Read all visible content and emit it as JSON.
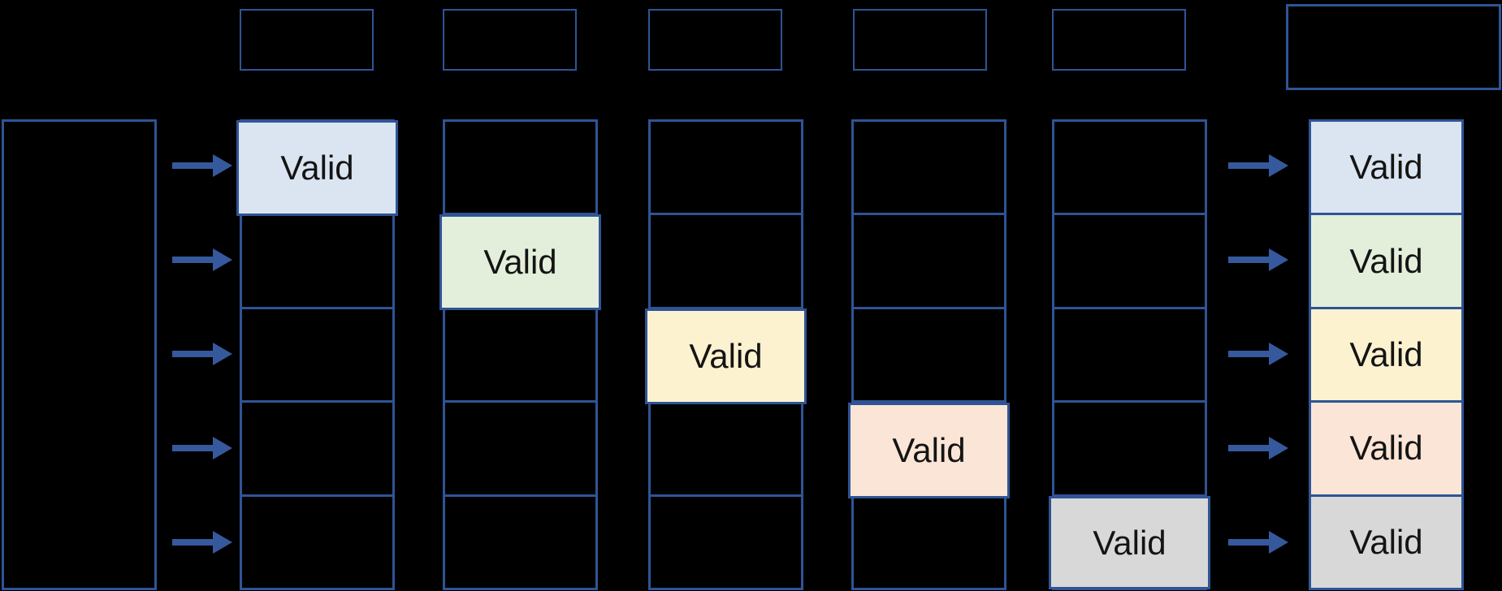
{
  "theme": {
    "canvas_bg": "#000000",
    "border_color": "#2f5496",
    "arrow_color": "#35599c",
    "text_color": "#141414"
  },
  "way_columns": [
    {
      "valid_row": 1,
      "valid": {
        "label": "Valid",
        "fill": "#dbe5f1"
      }
    },
    {
      "valid_row": 2,
      "valid": {
        "label": "Valid",
        "fill": "#e3efda"
      }
    },
    {
      "valid_row": 3,
      "valid": {
        "label": "Valid",
        "fill": "#fdf2cf"
      }
    },
    {
      "valid_row": 4,
      "valid": {
        "label": "Valid",
        "fill": "#fbe5d6"
      }
    },
    {
      "valid_row": 5,
      "valid": {
        "label": "Valid",
        "fill": "#d8d8d8"
      }
    }
  ],
  "result_column": {
    "rows": [
      {
        "label": "Valid",
        "fill": "#dbe5f1"
      },
      {
        "label": "Valid",
        "fill": "#e3efda"
      },
      {
        "label": "Valid",
        "fill": "#fdf2cf"
      },
      {
        "label": "Valid",
        "fill": "#fbe5d6"
      },
      {
        "label": "Valid",
        "fill": "#d8d8d8"
      }
    ]
  }
}
